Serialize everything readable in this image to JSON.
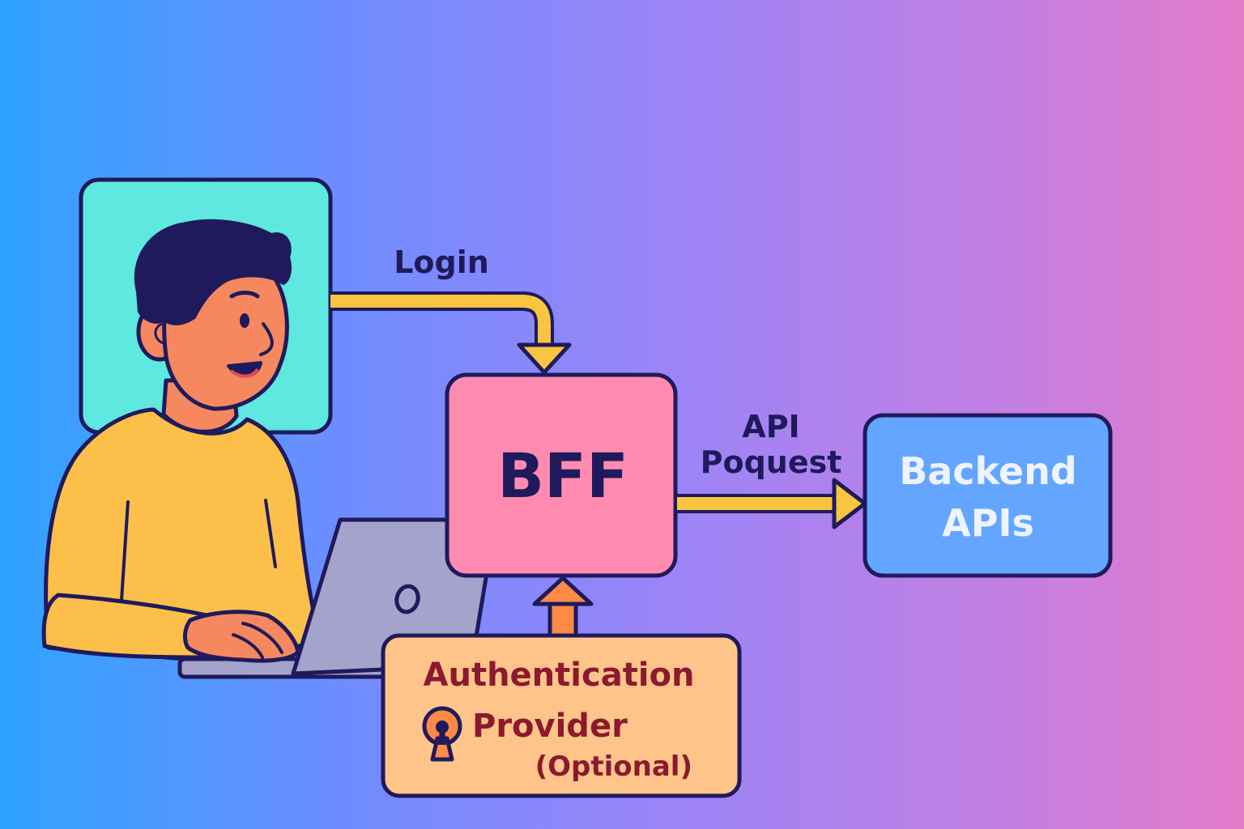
{
  "labels": {
    "login": "Login",
    "api_line1": "API",
    "api_line2": "Poquest",
    "bff": "BFF",
    "backend_line1": "Backend",
    "backend_line2": "APIs",
    "auth_line1": "Authentication",
    "auth_line2": "Provider",
    "auth_line3": "(Optional)"
  },
  "icons": {
    "auth": "keyhole-icon",
    "user": "person-at-laptop-illustration"
  },
  "colors": {
    "outline": "#1f1a5c",
    "avatar_panel": "#5ee8df",
    "skin": "#f5885e",
    "hair": "#1f1a5c",
    "sweater": "#fbbf4a",
    "laptop": "#a3a3cc",
    "bff_box": "#ff8cb0",
    "backend_box": "#64a6ff",
    "backend_text": "#eef3ff",
    "auth_box": "#ffc48a",
    "auth_text": "#8b1a2e",
    "arrow_yellow": "#f9c440",
    "arrow_orange": "#ff8a45",
    "keyhole": "#ff8a45"
  }
}
